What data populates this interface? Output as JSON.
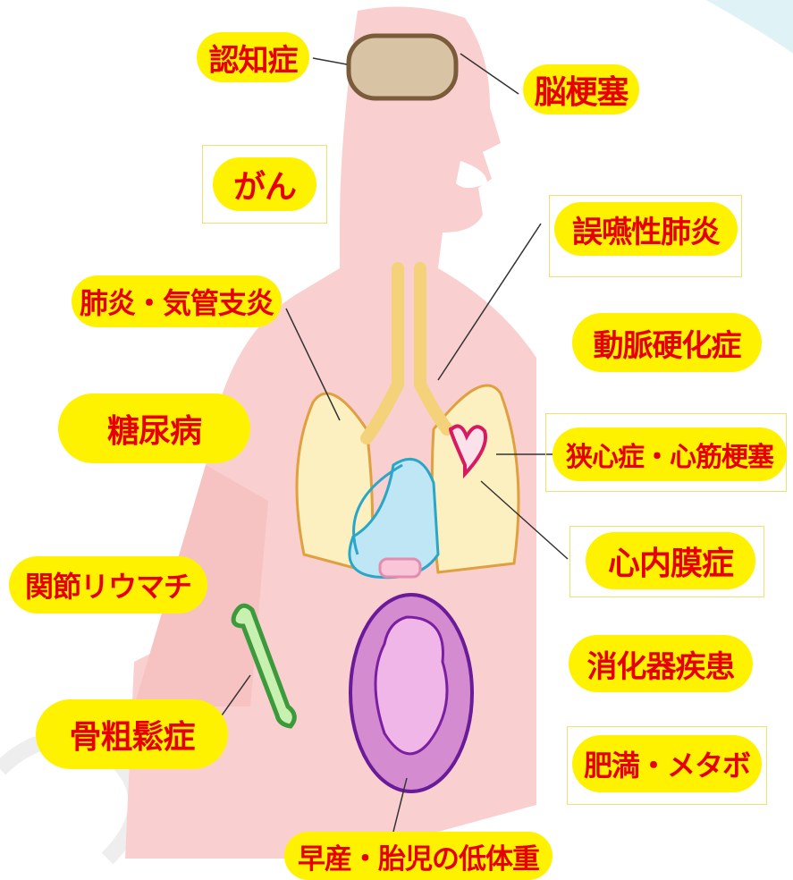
{
  "labels": {
    "dementia": "認知症",
    "stroke": "脳梗塞",
    "cancer": "がん",
    "aspiration_pneumonia": "誤嚥性肺炎",
    "pneumonia_bronchitis": "肺炎・気管支炎",
    "arteriosclerosis": "動脈硬化症",
    "diabetes": "糖尿病",
    "angina_infarction": "狭心症・心筋梗塞",
    "endocarditis": "心内膜症",
    "rheumatoid_arthritis": "関節リウマチ",
    "digestive_disease": "消化器疾患",
    "osteoporosis": "骨粗鬆症",
    "obesity_metabolic": "肥満・メタボ",
    "preterm_low_birth_weight": "早産・胎児の低体重"
  },
  "colors": {
    "label_fill": "#fff200",
    "label_text": "#e60000",
    "body_silhouette": "#f9cfcf",
    "lungs": "#fdf0c0",
    "lung_outline": "#e0a040",
    "heart": "#d81b60",
    "uterus": "#d48bd0",
    "uterus_outline": "#6a1b9a",
    "bone": "#c8f0b0",
    "bone_outline": "#3c9a3c",
    "stomach": "#bfe6f5",
    "stomach_outline": "#2aa6c8"
  }
}
